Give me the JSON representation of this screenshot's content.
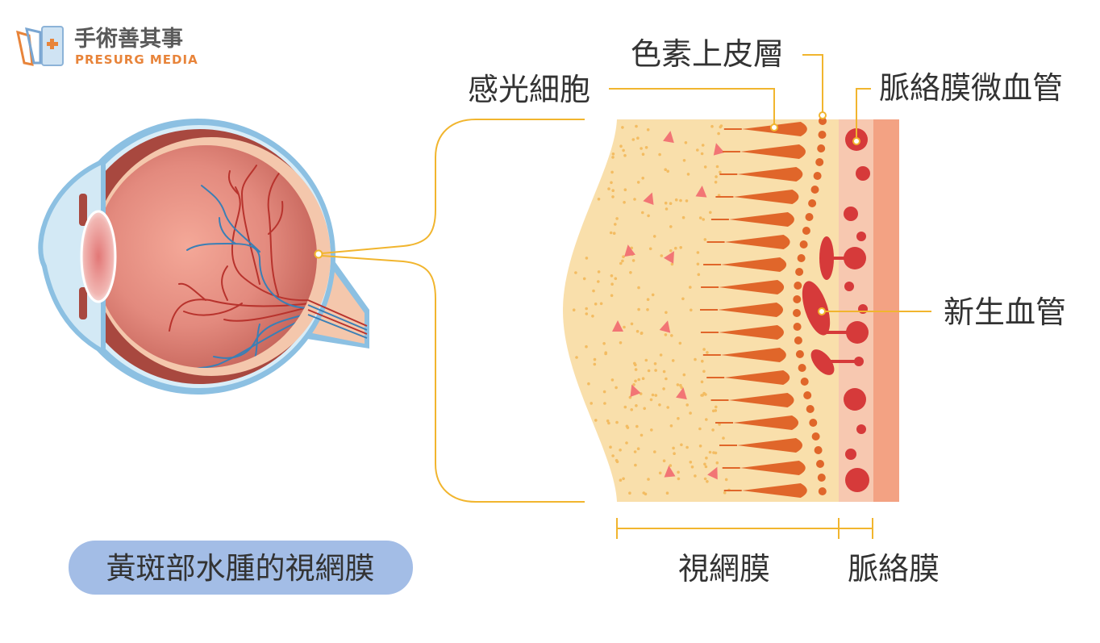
{
  "logo": {
    "name_zh": "手術善其事",
    "name_en": "PRESURG MEDIA"
  },
  "labels": {
    "rpe": "色素上皮層",
    "photoreceptors": "感光細胞",
    "choriocapillaris": "脈絡膜微血管",
    "neovascularization": "新生血管",
    "retina": "視網膜",
    "choroid": "脈絡膜"
  },
  "caption": "黃斑部水腫的視網膜",
  "colors": {
    "accent_line": "#f1b52e",
    "caption_bg": "#a3bde6",
    "logo_orange": "#e8843a",
    "retina_fill": "#f9dfab",
    "photoreceptor": "#e0662a",
    "vessel_red": "#d63a3a",
    "choroid_light": "#f7c8b0",
    "choroid_dark": "#f3a283",
    "sclera_blue": "#8cc0e2"
  }
}
